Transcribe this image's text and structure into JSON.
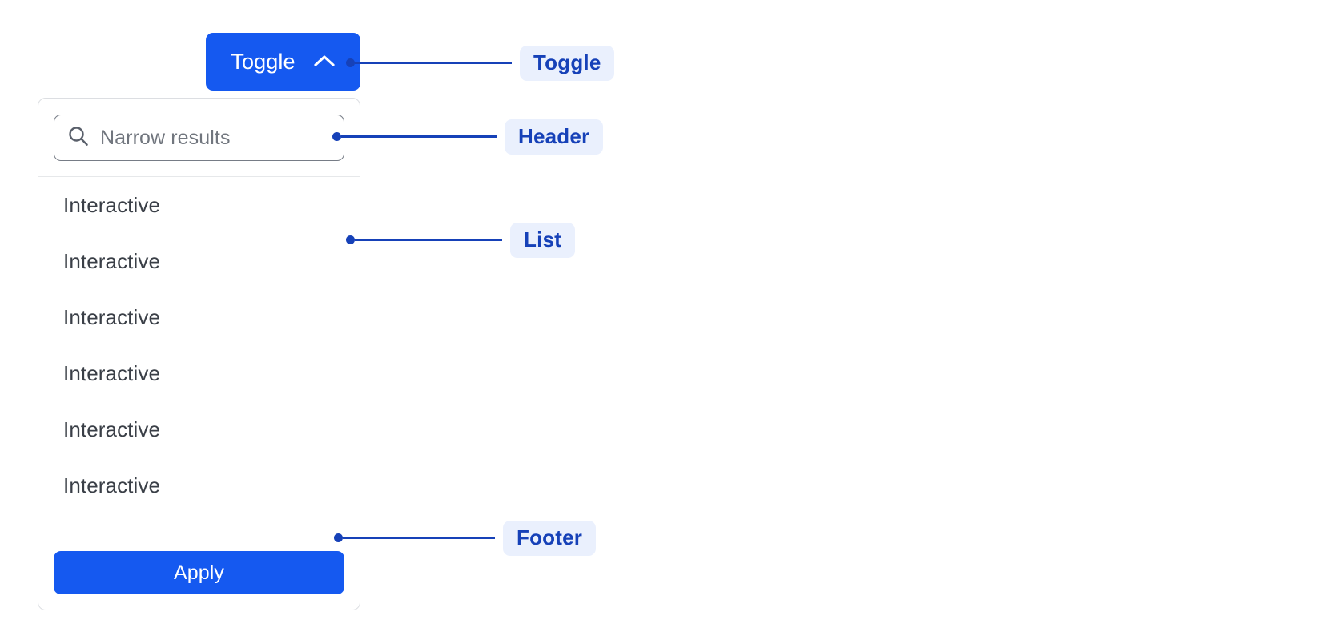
{
  "toggle": {
    "label": "Toggle",
    "icon": "chevron-up-icon",
    "background": "#1559f0",
    "text_color": "#ffffff"
  },
  "panel": {
    "header": {
      "search": {
        "placeholder": "Narrow results",
        "value": "",
        "icon": "search-icon"
      }
    },
    "list": {
      "items": [
        {
          "label": "Interactive"
        },
        {
          "label": "Interactive"
        },
        {
          "label": "Interactive"
        },
        {
          "label": "Interactive"
        },
        {
          "label": "Interactive"
        },
        {
          "label": "Interactive"
        }
      ]
    },
    "footer": {
      "apply_label": "Apply",
      "apply_background": "#1559f0"
    },
    "border_color": "#dcdee2"
  },
  "annotations": [
    {
      "id": "toggle",
      "label": "Toggle"
    },
    {
      "id": "header",
      "label": "Header"
    },
    {
      "id": "list",
      "label": "List"
    },
    {
      "id": "footer",
      "label": "Footer"
    }
  ],
  "annotation_style": {
    "line_color": "#1641b8",
    "pill_background": "#eaf0fd",
    "pill_text_color": "#1641b8"
  }
}
